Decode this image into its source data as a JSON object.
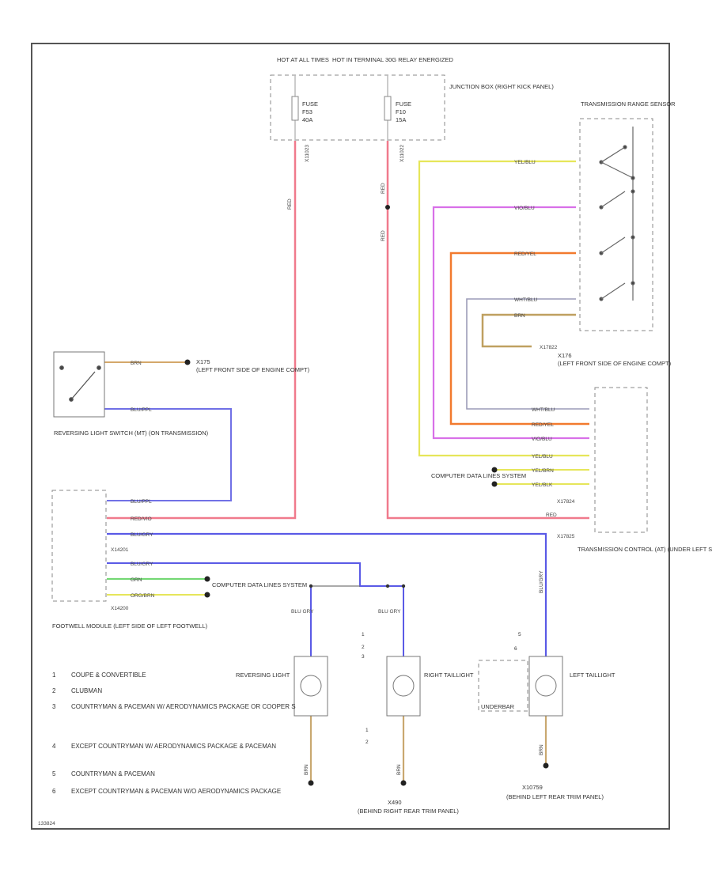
{
  "colors": {
    "frame": "#555555",
    "red": "#f07a8c",
    "blue": "#5a5ae6",
    "yellow": "#e6e65a",
    "violet": "#d870e8",
    "orange": "#f27a2e",
    "white_blue": "#9c9cb8",
    "brown": "#bfa060",
    "green": "#74d874",
    "gray": "#7a7a7a"
  },
  "junction_box": {
    "hot_at_all_times": "HOT AT ALL TIMES",
    "hot_in_terminal": "HOT IN TERMINAL 30G RELAY ENERGIZED",
    "name": "JUNCTION BOX (RIGHT KICK PANEL)",
    "fuse_1": {
      "label": "FUSE",
      "num": "F53",
      "amps": "40A"
    },
    "fuse_2": {
      "label": "FUSE",
      "num": "F10",
      "amps": "15A"
    },
    "conn_1": "X11023",
    "conn_2": "X11022"
  },
  "transmission_range_sensor": {
    "name": "TRANSMISSION RANGE SENSOR"
  },
  "transmission_control": {
    "name": "TRANSMISSION CONTROL (AT) (UNDER LEFT SIDE OF DASH)",
    "conn_1": "X17824",
    "conn_2": "X17825"
  },
  "ground_g175": {
    "code": "X175",
    "name": "(LEFT FRONT SIDE OF ENGINE COMPT)"
  },
  "ground_g176": {
    "code": "X176",
    "name": "(LEFT FRONT SIDE OF ENGINE COMPT)"
  },
  "ground_g175_conn": "X17822",
  "reversing_switch": {
    "name": "REVERSING LIGHT SWITCH (MT) (ON TRANSMISSION)"
  },
  "footwell_module": {
    "name": "FOOTWELL MODULE (LEFT SIDE OF LEFT FOOTWELL)",
    "conn_1": "X14201",
    "conn_2": "X14200"
  },
  "computer_data_lines_1": "COMPUTER DATA LINES SYSTEM",
  "computer_data_lines_2": "COMPUTER DATA LINES SYSTEM",
  "lamps": {
    "reversing": "REVERSING LIGHT",
    "right_tail": "RIGHT TAILLIGHT",
    "left_tail": "LEFT TAILLIGHT",
    "underbar": "UNDERBAR"
  },
  "wire_labels": {
    "brn": "BRN",
    "bu_pu": "BLU/PPL",
    "red_vio": "RED/VIO",
    "bu_gry": "BLU/GRY",
    "grn": "GRN",
    "org_brn": "ORG/BRN",
    "red": "RED",
    "yel_blu": "YEL/BLU",
    "vio_blu": "VIO/BLU",
    "red_yel": "RED/YEL",
    "wht_blu": "WHT/BLU",
    "yel_brn": "YEL/BRN",
    "yel_blk": "YEL/BLK",
    "blu_gry": "BLU GRY",
    "blu_gry2": "BLU GRY"
  },
  "grounds": {
    "g400": {
      "code": "X490",
      "name": "(BEHIND RIGHT REAR TRIM PANEL)"
    },
    "g401": {
      "code": "X10759",
      "name": "(BEHIND LEFT REAR TRIM PANEL)"
    }
  },
  "legend": [
    {
      "num": "1",
      "text": "COUPE & CONVERTIBLE"
    },
    {
      "num": "2",
      "text": "CLUBMAN"
    },
    {
      "num": "3",
      "text": "COUNTRYMAN & PACEMAN W/ AERODYNAMICS PACKAGE OR COOPER S"
    },
    {
      "num": "4",
      "text": "EXCEPT COUNTRYMAN W/ AERODYNAMICS PACKAGE & PACEMAN"
    },
    {
      "num": "5",
      "text": "COUNTRYMAN & PACEMAN"
    },
    {
      "num": "6",
      "text": "EXCEPT COUNTRYMAN & PACEMAN W/O AERODYNAMICS PACKAGE"
    }
  ],
  "footer_code": "133824"
}
